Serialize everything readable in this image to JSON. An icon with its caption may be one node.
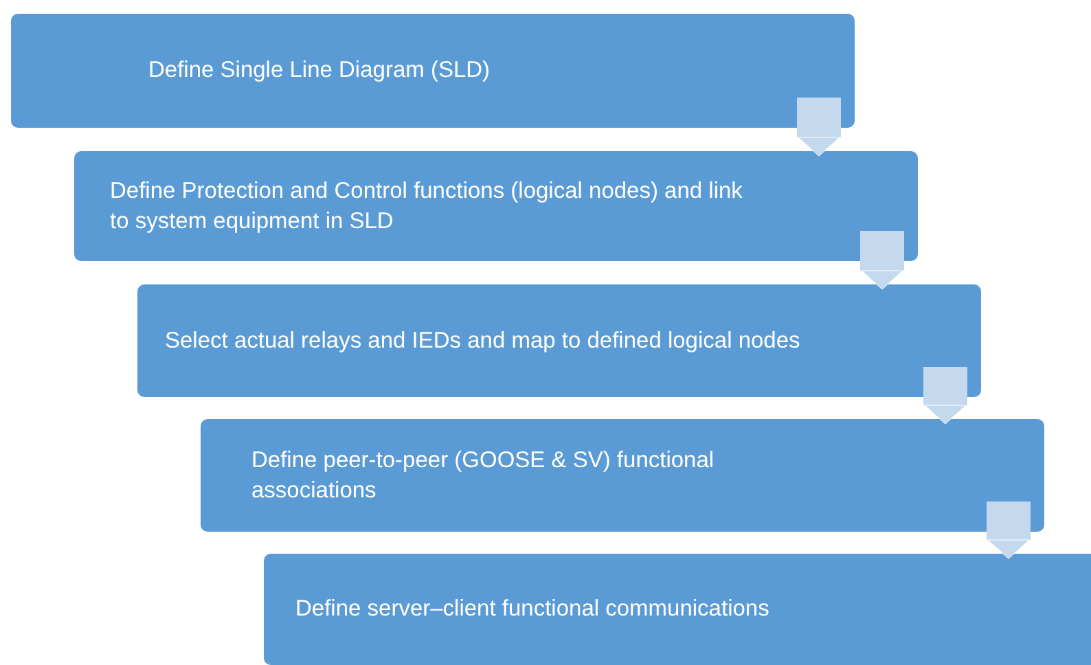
{
  "diagram": {
    "nodes": [
      {
        "text": [
          "Define Single Line Diagram (SLD)"
        ]
      },
      {
        "text": [
          "Define Protection and Control functions (logical nodes) and link to system equipment in SLD"
        ]
      },
      {
        "text": [
          "Select actual relays and IEDs and map to defined logical nodes"
        ]
      },
      {
        "text": [
          "Define peer-to-peer (GOOSE & SV) functional associations"
        ]
      },
      {
        "text": [
          "Define server–client functional communications"
        ]
      }
    ],
    "edges": [
      {
        "from": 0,
        "to": 1,
        "arrow": "to"
      },
      {
        "from": 1,
        "to": 2,
        "arrow": "to"
      },
      {
        "from": 2,
        "to": 3,
        "arrow": "to"
      },
      {
        "from": 3,
        "to": 4,
        "arrow": "to"
      }
    ]
  }
}
